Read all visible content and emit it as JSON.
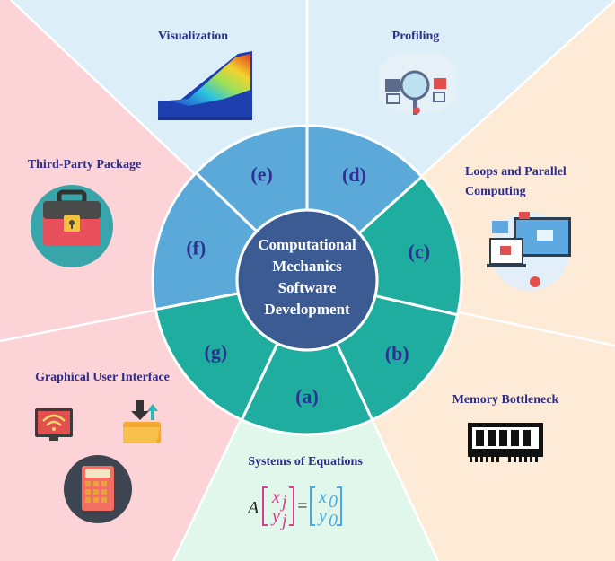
{
  "center": {
    "lines": [
      "Computational",
      "Mechanics",
      "Software",
      "Development"
    ]
  },
  "segments": [
    "(a)",
    "(b)",
    "(c)",
    "(d)",
    "(e)",
    "(f)",
    "(g)"
  ],
  "sectors": {
    "visualization": "Visualization",
    "profiling": "Profiling",
    "third_party": "Third-Party Package",
    "loops_line1": "Loops and Parallel",
    "loops_line2": "Computing",
    "gui": "Graphical User Interface",
    "memory": "Memory Bottleneck",
    "systems": "Systems of Equations"
  },
  "equation": {
    "A": "A",
    "x_j": "x",
    "y_j": "y",
    "sub_j": "j",
    "eq": "=",
    "x_0": "x",
    "y_0": "y",
    "sub_0": "0"
  },
  "icons": {
    "visualization": "slope-stability-heatmap-icon",
    "profiling": "magnifier-analytics-icon",
    "third_party": "briefcase-lock-icon",
    "loops": "multi-screen-video-icon",
    "gui": [
      "wifi-monitor-icon",
      "download-folder-icon",
      "calculator-icon"
    ],
    "memory": "ram-module-icon"
  },
  "colors": {
    "ring_blue": "#5aa9d8",
    "ring_teal": "#1fada0",
    "center": "#3b5b92",
    "pink": "#fcd3d6",
    "light_blue": "#dceff8",
    "peach": "#fdebd8",
    "mint": "#e1f7ec"
  }
}
